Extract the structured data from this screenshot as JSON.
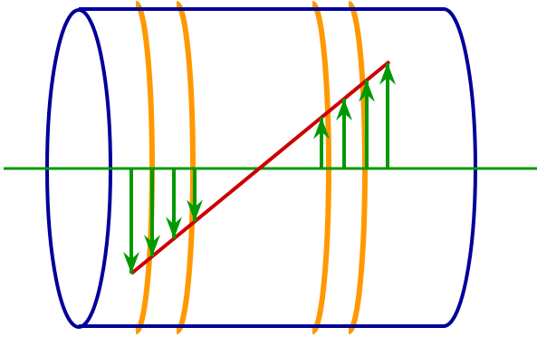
{
  "diagram": {
    "cylinder_color": "#000099",
    "axis_color": "#009900",
    "field_line_color": "#cc0000",
    "band_color": "#ff9900",
    "arrow_color": "#009900",
    "arrow_directions": [
      "down",
      "down",
      "down",
      "down",
      "up",
      "up",
      "up",
      "up"
    ]
  }
}
